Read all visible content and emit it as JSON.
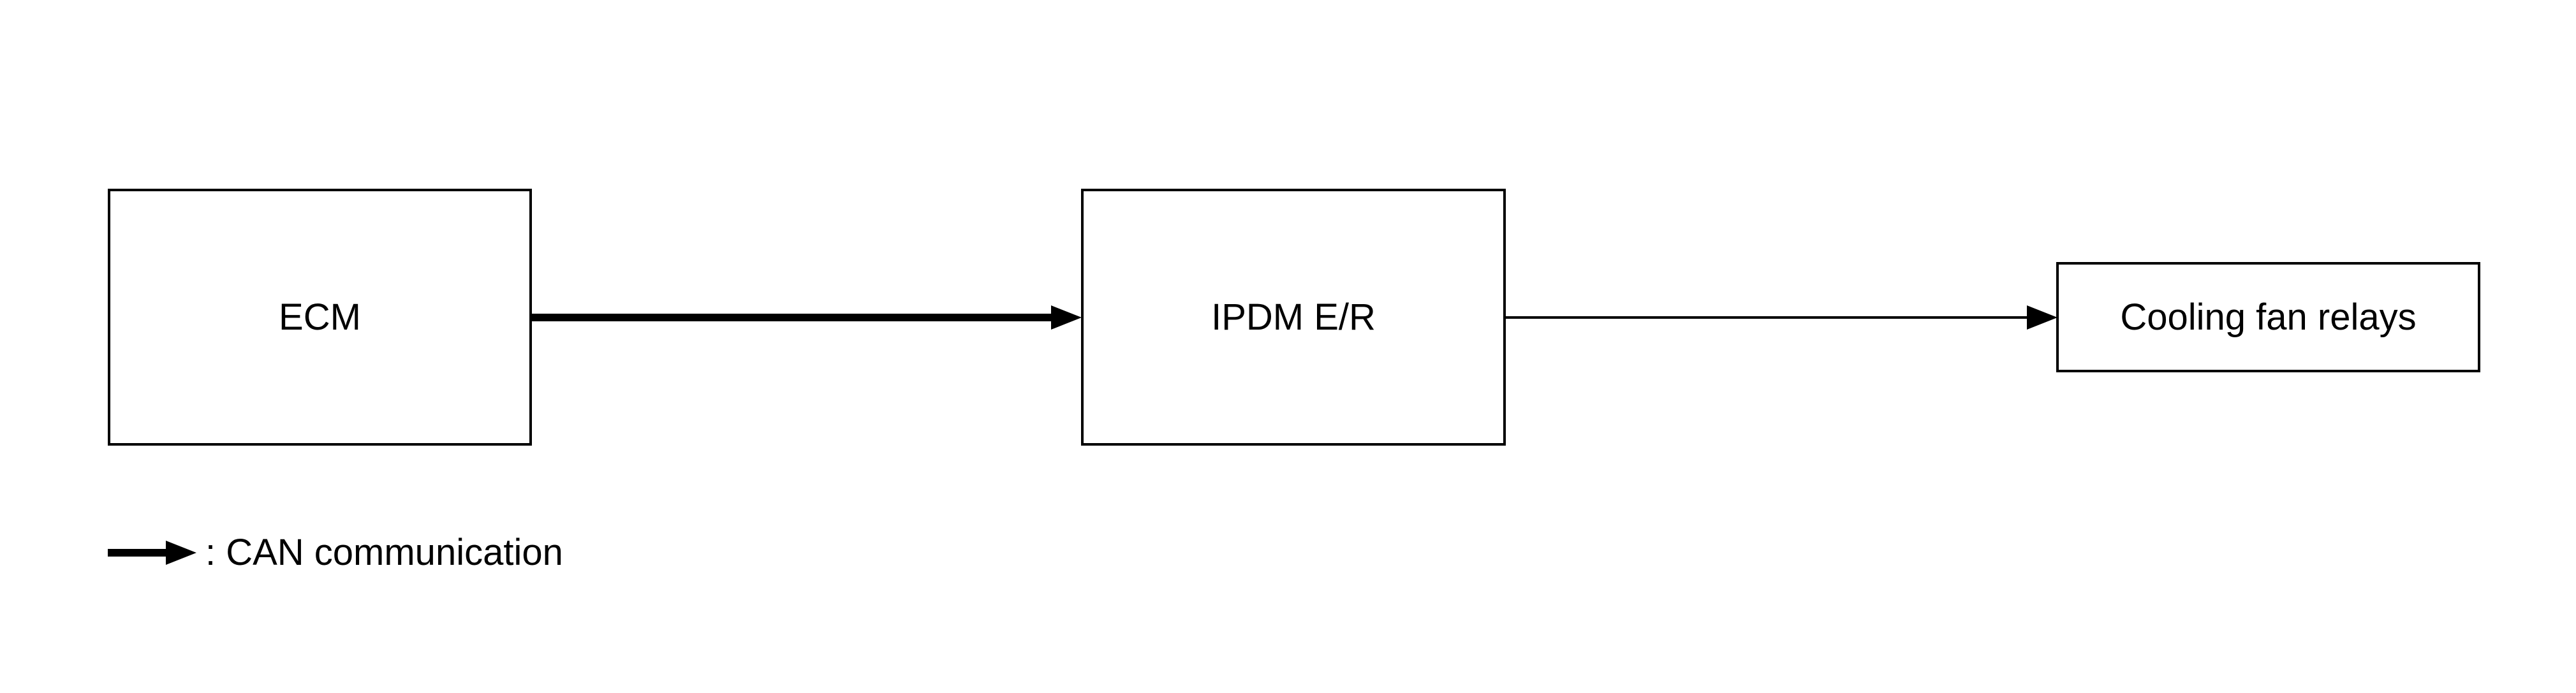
{
  "diagram": {
    "nodes": [
      {
        "id": "ecm",
        "label": "ECM"
      },
      {
        "id": "ipdm-er",
        "label": "IPDM E/R"
      },
      {
        "id": "cooling-fan-relays",
        "label": "Cooling fan relays"
      }
    ],
    "edges": [
      {
        "from": "ECM",
        "to": "IPDM E/R",
        "style": "thick-arrow"
      },
      {
        "from": "IPDM E/R",
        "to": "Cooling fan relays",
        "style": "thin-arrow"
      }
    ],
    "legend": {
      "symbol": "thick-arrow",
      "label": ": CAN communication"
    }
  },
  "colors": {
    "foreground": "#000000",
    "background": "#ffffff"
  }
}
